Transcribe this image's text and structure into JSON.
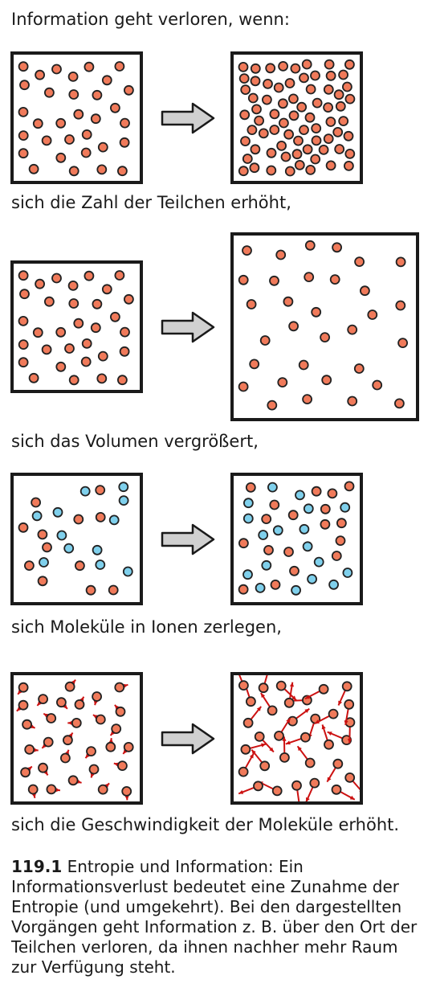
{
  "heading": "Information geht verloren, wenn:",
  "rows": [
    {
      "caption": "sich die Zahl der Teilchen erhöht,"
    },
    {
      "caption": "sich das Volumen vergrößert,"
    },
    {
      "caption": "sich Moleküle in Ionen zerlegen,"
    },
    {
      "caption": "sich die Geschwindigkeit der Moleküle erhöht."
    }
  ],
  "figure_caption": {
    "number": "119.1",
    "text": " Entropie und Information: Ein Informationsverlust bedeutet eine Zunahme der Entropie (und umgekehrt). Bei den dargestellten Vorgängen geht Information z. B. über den Ort der Teilchen verloren, da ihnen nachher mehr Raum zur Verfügung steht."
  },
  "colors": {
    "particle_red": "#f07a5a",
    "particle_blue": "#7fd0ec",
    "velocity_arrow": "#cc1111",
    "border": "#1a1a1a",
    "transition_arrow": "#d0d0d0"
  }
}
